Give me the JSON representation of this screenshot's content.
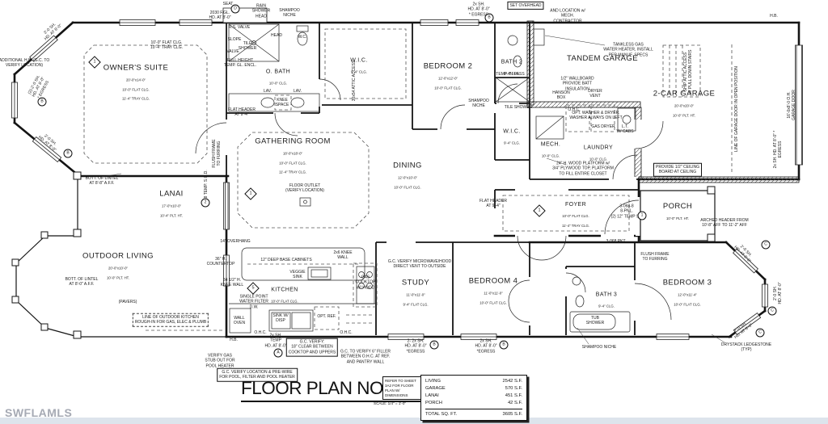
{
  "watermark": "SWFLAMLS",
  "title_block": {
    "title": "FLOOR PLAN NOTES",
    "scale": "SCALE: 1/4\" = 1'-0\"",
    "refer_note": "REFER TO SHEET\n3A2 FOR FLOOR\nPLAN W/\nDIMENSIONS"
  },
  "area_table": {
    "rows": [
      {
        "label": "LIVING",
        "value": "2542 S.F."
      },
      {
        "label": "GARAGE",
        "value": "570 S.F."
      },
      {
        "label": "LANAI",
        "value": "451 S.F."
      },
      {
        "label": "PORCH",
        "value": "42 S.F."
      }
    ],
    "total_label": "TOTAL SQ. FT.",
    "total_value": "3605 S.F."
  },
  "rooms": {
    "owners_suite": {
      "name": "OWNER'S SUITE",
      "size": "20'-0\"x14'-0\"",
      "l1": "10'-0\" FLAT CLG.",
      "l2": "11'-4\" TRAY CLG."
    },
    "o_bath": {
      "name": "O. BATH",
      "size": "10'-0\" CLG."
    },
    "wic_owner": {
      "name": "W.I.C.",
      "size": "9'-4\" CLG."
    },
    "bedroom2": {
      "name": "BEDROOM 2",
      "size": "12'-0\"x12'-0\"",
      "l1": "10'-0\" FLAT CLG."
    },
    "bath2": {
      "name": "BATH 2",
      "size": "9'-4\" CLG."
    },
    "wic2": {
      "name": "W.I.C.",
      "size": "9'-4\" CLG."
    },
    "mech": {
      "name": "MECH.",
      "size": "10'-0\" CLG."
    },
    "tandem_garage": {
      "name": "TANDEM GARAGE"
    },
    "two_car_garage": {
      "name": "2-CAR GARAGE",
      "size": "20'-0\"x20'-0\"",
      "l1": "10'-0\" PLT. HT."
    },
    "laundry": {
      "name": "LAUNDRY",
      "size": "10'-0\" CLG."
    },
    "gathering": {
      "name": "GATHERING ROOM",
      "size": "18'-0\"x18'-0\"",
      "l1": "10'-0\" FLAT CLG.",
      "l2": "11'-4\" TRAY CLG."
    },
    "dining": {
      "name": "DINING",
      "size": "12'-0\"x10'-0\"",
      "l1": "10'-0\" FLAT CLG."
    },
    "foyer": {
      "name": "FOYER",
      "size": "10'-0\" FLAT CLG.",
      "l1": "11'-4\" TRAY CLG."
    },
    "porch": {
      "name": "PORCH",
      "size": "10'-0\" PLT. HT."
    },
    "lanai": {
      "name": "LANAI",
      "size": "17'-0\"x10'-0\"",
      "l1": "10'-4\" PLT. HT."
    },
    "outdoor_living": {
      "name": "OUTDOOR LIVING",
      "size": "20'-0\"x10'-0\"",
      "l1": "10'-0\" PLT. HT."
    },
    "kitchen": {
      "name": "KITCHEN",
      "size": "10'-0\" FLAT CLG."
    },
    "study": {
      "name": "STUDY",
      "size": "11'-0\"x11'-0\"",
      "l1": "9'-4\" FLAT CLG."
    },
    "bedroom4": {
      "name": "BEDROOM 4",
      "size": "11'-0\"x11'-0\"",
      "l1": "10'-0\" FLAT CLG."
    },
    "bath3": {
      "name": "BATH 3",
      "size": "9'-4\" CLG."
    },
    "bedroom3": {
      "name": "BEDROOM 3",
      "size": "12'-0\"x11'-4\"",
      "l1": "10'-0\" FLAT CLG."
    }
  },
  "annotations": {
    "additional_hb": "ADDITIONAL H.B. (G.C. TO\nVERIFY LOCATION)",
    "win_3_0_sh": "3'-0 SH.\nHD. AT 8'-0\"",
    "seat": "SEAT",
    "fgl_2030": "2030 F.GL.\nHD. AT 8'-0\"",
    "rain_shower": "RAIN\nSHOWER\nHEAD",
    "shampoo_niche_top": "SHAMPOO\nNICHE",
    "rs_valve": "R.S. VALVE",
    "slope": "SLOPE",
    "tile_shower_ob": "TILE\nSHOWER",
    "head_ob": "HEAD",
    "valve_ob": "VALVE",
    "wc_ob": "W.C.",
    "full_height_encl": "FULL HEIGHT\nTEMP. GL. ENCL.",
    "knee_space": "KNEE\nSPACE",
    "lav": "LAV.",
    "win_egress_top": "2x SH.\nHD. AT 8'-0\"\n* EGRESS",
    "set_overhead": "SET OVERHEAD",
    "mech_contractor": "AND LOCATION w/\nMECH.\nCONTRACTOR",
    "tankless": "TANKLESS GAS\nWATER HEATER, INSTALL\nPER MANUF. SPECS",
    "hb": "H.B.",
    "wallboard": "1/2\" WALLBOARD\nPROVIDE BATT\nINSULATION",
    "hanson_box": "HANSON\nBOX",
    "dryer_vent": "DRYER\nVENT",
    "opt_washer": "OPT. WASHER & DRYER,\nWASHER ALWAYS ON LEFT",
    "gas_dryer": "GAS DRYER",
    "lt_cabs": "L.T.\nW/ CABS",
    "ohc": "O.H.C.",
    "ship_attic": "SHIP ATTIC ACCESS\nw/ PULL DOWN STAIRS",
    "line_garage_door": "LINE OF GARAGE DOOR IN OPEN POSITION",
    "oh_garage_door": "16'-0x8'-0 O.H. GARAGE DOOR",
    "provide_ceiling": "PROVIDE 1/2\" CEILING\nBOARD AT CEILING",
    "wood_platform": "24\" H. WOOD PLATFORM w/\n3/4\" PLYWOOD TOP, PLATFORM\nTO FILL ENTIRE CLOSET",
    "arched_header": "ARCHED HEADER FROM\n10'-8\" AFF TO 11'-2\" AFF",
    "flat_header": "FLAT HEADER\nAT 9'-4\"",
    "flush_frame": "FLUSH FRAME\nTO FURRING",
    "floor_outlet": "FLOOR OUTLET\n(VERIFY LOCATION)",
    "bott_lintel_88": "BOTT. OF LINTEL\nAT 8'-8\" A.F.F.",
    "bott_lintel_80": "BOTT. OF LINTEL\nAT 8'-0\" A.F.F.",
    "pavers": "(PAVERS)",
    "outdoor_kitchen": "LINE OF OUTDOOR KITCHEN\nROUGH-IN FOR GAS, ELEC & PLUMB",
    "overhang_14": "14\" OVERHANG",
    "countertop_36": "36\" H.\nCOUNTERTOP",
    "base_cabinets": "12\" DEEP BASE CABINETS",
    "knee_wall_2x6": "2x6 KNEE\nWALL",
    "veggie_sink": "VEGGIE\nSINK",
    "knee_wall_34": "34 1/2\" H.\nKNEE WALL",
    "water_filter": "SINGLE POINT\nWATER FILTER\nD.W.",
    "sink_disp": "SINK W/\nDISP",
    "wall_oven": "WALL\nOVEN",
    "opt_ref": "OPT. REF.",
    "gas_cooktop": "GAS\nCOOKTOP\nW/ HOOD",
    "verify_clear": "G.C. VERIFY:\n18\" CLEAR BETWEEN\nCOOKTOP AND UPPERS",
    "verify_filler": "G.C. TO VERIFY 6\" FILLER\nBETWEEN O.H.C. AT REF.\nAND PANTRY WALL",
    "microwave_vent": "G.C. VERIFY MICROWAVE/HOOD\nDIRECT VENT TO OUTSIDE",
    "verify_gas": "VERIFY GAS\nSTUB OUT FOR\nPOOL HEATER",
    "prewire_pool": "G.C. VERIFY LOCATION & PRE-WIRE\nFOR POOL, FILTER AND POOL HEATER",
    "win_temp_a": "2x SH.\nTEMP\nHD. AT 8'-0\"",
    "win_egress_study": "2- 2x SH.\nHD. AT 8'-0\"\n*EGRESS",
    "win_egress_b4": "2x SH.\nHD. AT 8'-0\"\n*EGRESS",
    "shampoo_niche": "SHAMPOO NICHE",
    "shampoo_niche2": "SHAMPOO\nNICHE",
    "tile_shower": "TILE SHOWER",
    "temp_bipass": "TEMP. BI-PASS",
    "tub_shower": "TUB\nSHOWER",
    "drystack": "DRYSTACK LEDGESTONE\n(TYP)",
    "win_2_0_sh": "2'-0 SH.\nHD. AT 8'-0\"",
    "win_egress_c": "2x SH. HD. AT 8'-0\" * EGRESS",
    "egress_left": "(2)-2'-0 SH.\nHD. AT 8'-0\"\n* EGRESS",
    "door_entry": "3-068-8\n8-PNL.\n(2) 12\" TEMP SL.",
    "door_pkt": "3-068 PKT.",
    "sgd": "8068 TEMP. S.G.D.",
    "wic_attic": "30x54 ATTIC ACCESS",
    "owner_tray_note": "10'-0\" FLAT CLG.\n10'-4\" TRAY CLG."
  },
  "markers": {
    "n1": "1",
    "n2": "2",
    "n5": "5",
    "a": "A",
    "b": "B",
    "c": "C",
    "d": "D"
  }
}
